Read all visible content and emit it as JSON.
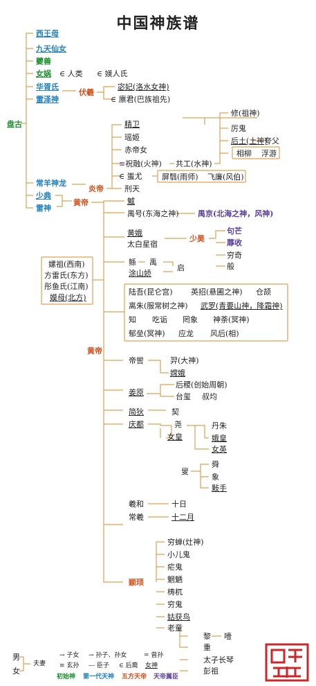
{
  "title": "中国神族谱",
  "nodes": {
    "pangu": "盘古",
    "xiwangmu": "西王母",
    "jiutian": "九天仙女",
    "kuishou": "夔兽",
    "nuwa": "女娲",
    "renlei": "∈ 人类",
    "ningren": "∈ 媄人氏",
    "huaxu": "华胥氏",
    "leize": "雷泽神",
    "fuxi": "伏羲",
    "mifei": "宓妃(洛水女神)",
    "linjun": "∈ 廪君(巴族祖先)",
    "jingwei": "精卫",
    "yaoji": "瑶姬",
    "chidinv": "赤帝女",
    "zhurong": "祝融(火神)",
    "chiyou": "∈ 蚩尤",
    "xingtian": "刑天",
    "gonggong": "共工(水神)",
    "xiu": "修(祖神)",
    "ligui": "厉鬼",
    "houtu": "后土(土神)",
    "kuafu": "夸父",
    "xiangliu": "相柳",
    "fuyou": "浮游",
    "pingyi": "屏翳(雨师)",
    "feilian": "飞廉(风伯)",
    "changyang": "常羊神龙",
    "shaodian": "少典",
    "leishen": "雷神",
    "yandi": "炎帝",
    "huangdi_a": "黄帝",
    "kui": "魖",
    "yuhao": "禺号(东海之神)",
    "yujing": "禺京(北海之神，风神)",
    "huange": "黄娥",
    "taibai": "太白星宿",
    "shaohao": "少昊",
    "goumang": "句芒",
    "rushou": "蓐收",
    "qiongqi": "穷奇",
    "ban": "般",
    "gun": "鲧",
    "yu": "禹",
    "qi": "启",
    "tushan": "涂山娇",
    "leizu": "嫘祖(西南)",
    "fanglei": "方雷氏(东方)",
    "tongyu": "彤鱼氏(江南)",
    "momu": "嫫母(北方)",
    "luwu": "陆吾(昆仑宫)",
    "yingzhao": "英招(悬圃之神)",
    "cangjie": "仓颉",
    "lizhu": "离朱(服常树之神)",
    "wuluo": "武罗(青要山神，降霜神)",
    "zhi": "知",
    "chigou": "吃诟",
    "wangxiang": "罔象",
    "shentu": "神荼(冥神)",
    "dulei": "郁垒(冥神)",
    "yinglong": "应龙",
    "fenghou": "风后(相)",
    "huangdi_b": "黄帝",
    "diku": "帝喾",
    "yi": "羿(大神)",
    "change": "嫦娥",
    "jiangyuan": "姜原",
    "houji": "后稷(创始周朝)",
    "taixi": "台玺",
    "shujun": "叔均",
    "jiandi": "简狄",
    "xie": "契",
    "qingdu": "庆都",
    "yao": "尧",
    "danzhu": "丹朱",
    "nvhuang": "女皇",
    "ehuang": "娥皇",
    "nvying": "女英",
    "sou": "叟",
    "shun": "舜",
    "xiang": "象",
    "shushou": "敤手",
    "xihe": "羲和",
    "shiri": "十日",
    "changxi": "常羲",
    "shieryue": "十二月",
    "zhuanxu": "颛顼",
    "qiongchan": "穷蝉(灶神)",
    "xiaoergui": "小儿鬼",
    "nuegui": "疟鬼",
    "wangliang": "魍魉",
    "taowu": "梼杌",
    "qionggui": "穷鬼",
    "guhuoniao": "姑获鸟",
    "laotong": "老童",
    "li": "黎",
    "yi2": "噎",
    "zhong": "重",
    "taizi": "太子长琴",
    "pengzu": "彭祖"
  },
  "legend": {
    "male": "男",
    "female": "女",
    "fuqi": "夫妻",
    "zinv": "→ 子女",
    "sunzi": "→ 孙子、孙女",
    "zengsun": "= 曾孙",
    "xuansun": "≡ 玄孙",
    "chenzi": "--- 臣子",
    "houyi": "∈ 后裔",
    "nvshen": "女神",
    "shizu": "初始神",
    "diyidai": "第一代天神",
    "wufang": "五方天帝",
    "tiandi": "天帝属臣"
  },
  "colors": {
    "green": "#1a8f2a",
    "blue": "#1f7fc0",
    "orange": "#d2501c",
    "purple": "#5a3fa0",
    "line": "#e0a050",
    "seal": "#c8282a"
  }
}
